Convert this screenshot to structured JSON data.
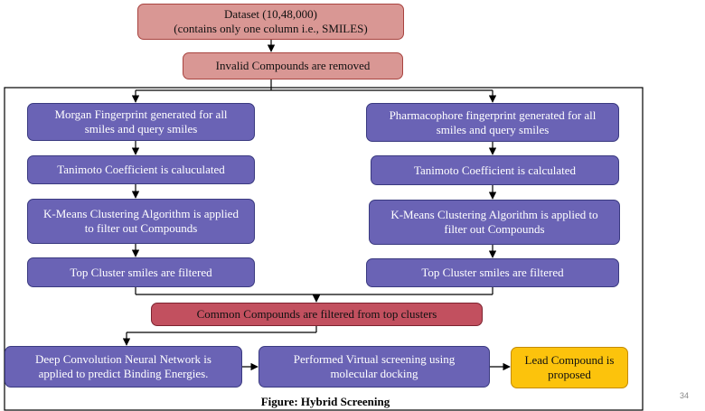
{
  "nodes": {
    "dataset": "Dataset (10,48,000)\n(contains only one column i.e., SMILES)",
    "invalid_removed": "Invalid Compounds are removed",
    "morgan_fp": "Morgan Fingerprint generated for all\nsmiles and query smiles",
    "pharmacophore_fp": "Pharmacophore fingerprint generated for all\nsmiles and query smiles",
    "tanimoto_left": "Tanimoto Coefficient is caluculated",
    "tanimoto_right": "Tanimoto Coefficient is calculated",
    "kmeans_left": "K-Means Clustering Algorithm is applied\nto filter out Compounds",
    "kmeans_right": "K-Means Clustering Algorithm is applied to\nfilter out Compounds",
    "top_cluster_left": "Top Cluster smiles are filtered",
    "top_cluster_right": "Top Cluster smiles are filtered",
    "common_compounds": "Common Compounds are filtered from top clusters",
    "dcnn": "Deep Convolution Neural Network is\napplied to predict Binding Energies.",
    "virtual_screening": "Performed Virtual screening using\nmolecular docking",
    "lead_compound": "Lead Compound is\nproposed"
  },
  "caption": "Figure: Hybrid Screening",
  "page_number": "34",
  "colors": {
    "pink": "#d99794",
    "purple": "#6a63b5",
    "red": "#c2505f",
    "yellow": "#fcc30c"
  }
}
